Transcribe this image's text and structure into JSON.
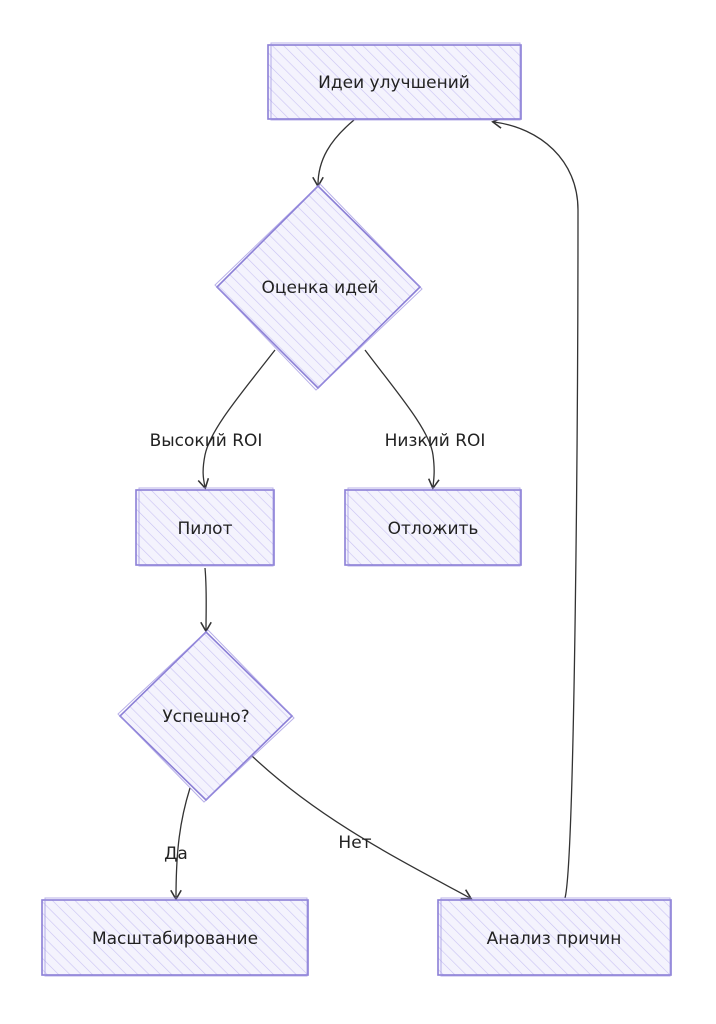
{
  "nodes": {
    "ideas": "Идеи улучшений",
    "evaluate": "Оценка идей",
    "pilot": "Пилот",
    "postpone": "Отложить",
    "success": "Успешно?",
    "scale": "Масштабирование",
    "analyze": "Анализ причин"
  },
  "edges": {
    "high_roi": "Высокий ROI",
    "low_roi": "Низкий ROI",
    "yes": "Да",
    "no": "Нет"
  },
  "colors": {
    "node_fill": "#ececfb",
    "node_stroke": "#8b7fd6",
    "hatch": "#b7aef0",
    "edge": "#333333"
  }
}
